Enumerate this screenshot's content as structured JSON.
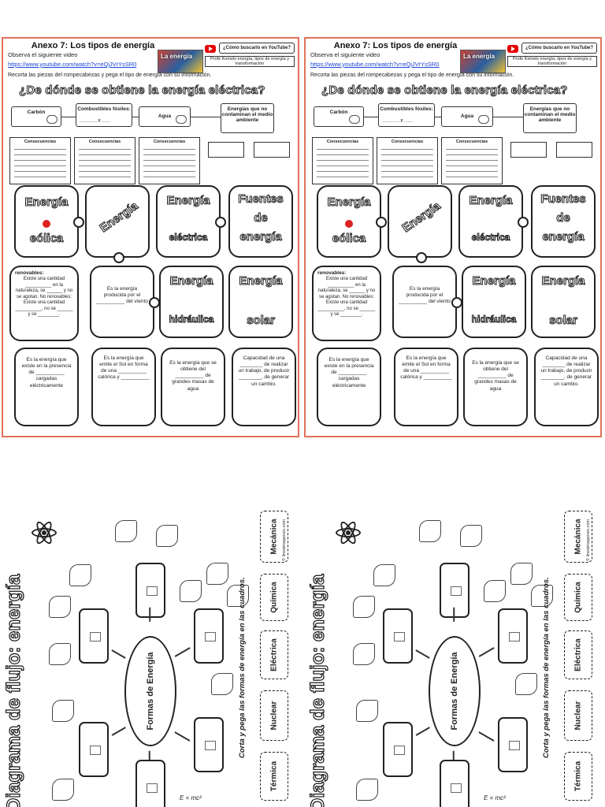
{
  "worksheet": {
    "title": "Anexo 7: Los tipos de energía",
    "instruction_video": "Observa el siguiente video",
    "video_link": "https://www.youtube.com/watch?v=eQjJVrYsSR0",
    "instruction_puzzle": "Recorta las piezas del rompecabezas y pega el tipo de energía con su información.",
    "how_to_find": "¿Cómo buscarlo en YouTube?",
    "thumbnail_text": "La energía",
    "video_title": "Profe Kemels energía, tipos de energía y transformación",
    "heading": "¿De dónde se obtiene la energía eléctrica?",
    "sources": {
      "carbon": "Carbón",
      "fosiles": "Combustibles fósiles:",
      "fosiles_blank": "________ y ____",
      "agua": "Agua",
      "no_contaminan": "Energías que no contaminan el medio ambiente"
    },
    "consecuencias": "Consecuencias",
    "puzzle": {
      "eolica_1": "Energía",
      "eolica_2": "eólica",
      "energia_rot": "Energía",
      "electrica_1": "Energía",
      "electrica_2": "eléctrica",
      "fuentes_1": "Fuentes",
      "fuentes_2": "de",
      "fuentes_3": "energía",
      "renovables_title": "renovables:",
      "renovables_text": "Existe una cantidad __________ en la naturaleza, se ______ y no se agotan. No renovables: Existe una cantidad __________, no se ______ y se ________.",
      "viento_text": "Es la energía producida por el __________ del viento",
      "hidraulica_1": "Energía",
      "hidraulica_2": "hidráulica",
      "solar_1": "Energía",
      "solar_2": "solar",
      "cargadas_text": "Es la energía que existe en la presencia de __________ cargadas eléctricamente",
      "sol_text": "Es la energía que emite el Sol en forma de una __________ calórica y __________",
      "agua_text": "Es la energía que se obtiene del __________ de grandes masas de agua",
      "capacidad_text": "Capacidad de una ________ de realizar un trabajo, de producir ________, de generar un cambio."
    }
  },
  "flow": {
    "title": "Diagrama de flujo: energía",
    "instruction": "Corta y pega las formas de energía en las cuadros.",
    "center": "Formas de Energía",
    "copyright": "© lineaimagenes.com",
    "labels": [
      "Mecánica",
      "Química",
      "Eléctrica",
      "Nuclear",
      "Térmica"
    ],
    "formula": "E = mc²"
  }
}
